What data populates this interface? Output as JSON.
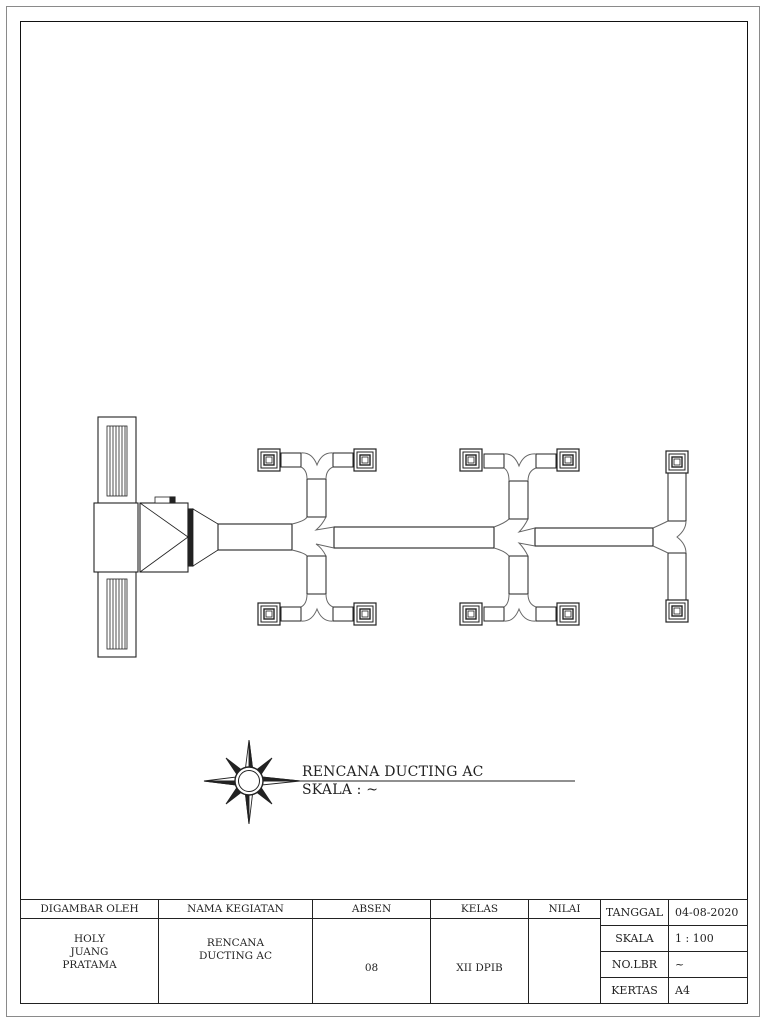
{
  "drawing": {
    "title": "RENCANA DUCTING AC",
    "scale_label": "SKALA : ~",
    "compass_icon": "compass-rose-icon",
    "ac_unit_icon": "ac-unit-icon",
    "diffuser_icon": "ceiling-diffuser-icon"
  },
  "title_block": {
    "headers": [
      "DIGAMBAR OLEH",
      "NAMA KEGIATAN",
      "ABSEN",
      "KELAS",
      "NILAI"
    ],
    "values": {
      "digambar_oleh": "HOLY JUANG PRATAMA",
      "nama_kegiatan": "RENCANA DUCTING AC",
      "absen": "08",
      "kelas": "XII DPIB",
      "nilai": ""
    },
    "info": [
      {
        "label": "TANGGAL",
        "value": "04-08-2020"
      },
      {
        "label": "SKALA",
        "value": "1 : 100"
      },
      {
        "label": "NO.LBR",
        "value": "~"
      },
      {
        "label": "KERTAS",
        "value": "A4"
      }
    ]
  },
  "colors": {
    "line": "#222222",
    "light_line": "#8a8a8a",
    "background": "#ffffff"
  }
}
